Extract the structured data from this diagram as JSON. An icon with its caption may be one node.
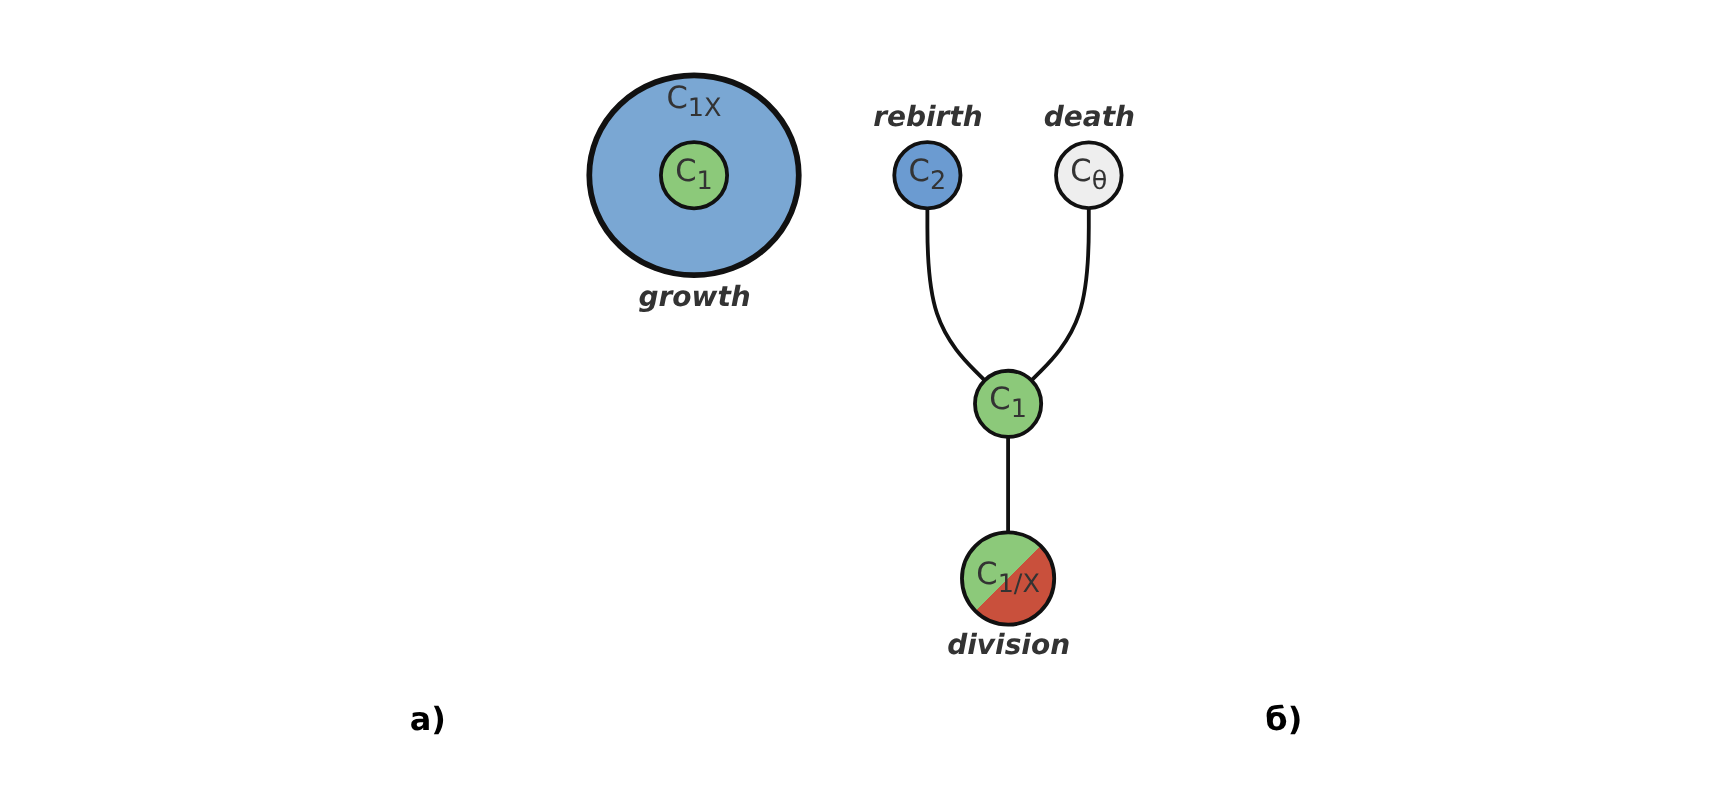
{
  "diagram": {
    "nodes": [
      {
        "text": [
          "C$_{2}$"
        ],
        "beside": [
          "rebirth"
        ]
      },
      {
        "text": [
          "C$_{θ}$"
        ],
        "beside": [
          "death"
        ]
      },
      {
        "text": [
          "C$_{1}$"
        ]
      },
      {
        "text": [
          "C$_{1/X}$"
        ],
        "beside": [
          "division"
        ]
      },
      {
        "text": [
          "C$_{1X}$"
        ],
        "beside": [
          "growth"
        ]
      },
      {
        "text": [
          "C$_{1}$"
        ],
        "in": 4
      }
    ],
    "edges": [
      {
        "from": 0,
        "to": 2,
        "arrow": "none"
      },
      {
        "from": 1,
        "to": 2,
        "arrow": "none"
      },
      {
        "from": 2,
        "to": 3,
        "arrow": "none"
      }
    ],
    "labels": [
      "а)",
      "б)"
    ]
  }
}
